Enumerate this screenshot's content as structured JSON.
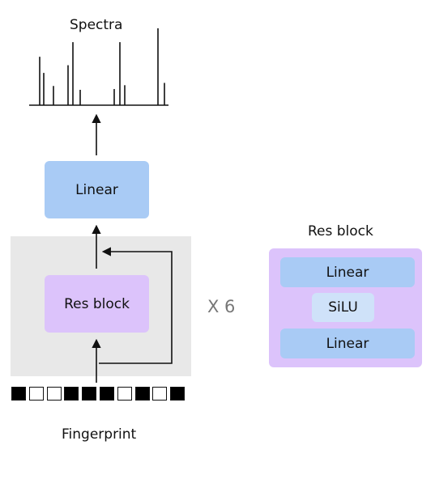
{
  "spectra": {
    "title": "Spectra",
    "peaks": [
      0.63,
      0.42,
      0.25,
      0.52,
      0.82,
      0.2,
      0.21,
      0.82,
      0.26,
      1.0,
      0.29
    ]
  },
  "linear_top": {
    "label": "Linear"
  },
  "res_block_main": {
    "label": "Res block"
  },
  "repeat": {
    "label": "X 6"
  },
  "fingerprint": {
    "label": "Fingerprint",
    "bits": [
      1,
      0,
      0,
      1,
      1,
      1,
      0,
      1,
      0,
      1
    ]
  },
  "res_block_detail": {
    "title": "Res block",
    "layers": [
      "Linear",
      "SiLU",
      "Linear"
    ]
  },
  "colors": {
    "linear": "#a9cbf5",
    "res_block": "#dcc3fb",
    "silu": "#cfe2f9",
    "repeat_region": "#e8e8e8"
  }
}
